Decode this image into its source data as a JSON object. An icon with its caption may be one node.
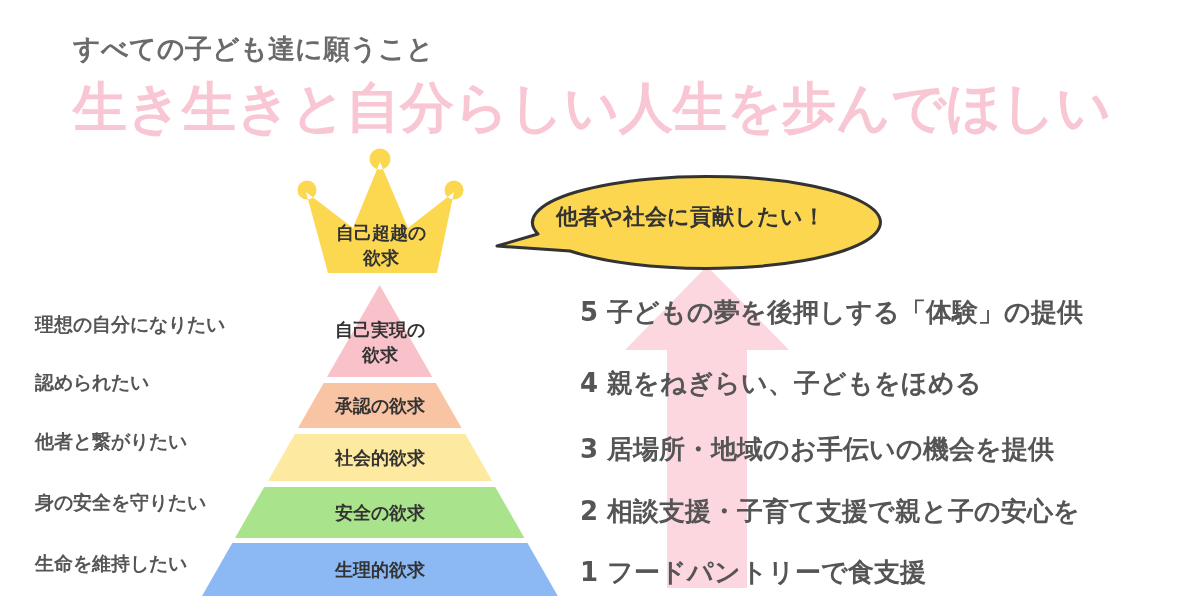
{
  "diagram": {
    "title": "生き生きと自分らしい人生を歩んでほしい",
    "nodes": [
      {
        "text": [
          "自己超越の欲求"
        ]
      },
      {
        "text": [
          "他者や社会に貢献したい！"
        ]
      },
      {
        "text": [
          "自己実現の欲求"
        ]
      },
      {
        "text": [
          "承認の欲求"
        ]
      },
      {
        "text": [
          "社会的欲求"
        ]
      },
      {
        "text": [
          "安全の欲求"
        ]
      },
      {
        "text": [
          "生理的欲求"
        ]
      }
    ],
    "labels": [
      "すべての子ども達に願うこと",
      "理想の自分になりたい",
      "認められたい",
      "他者と繋がりたい",
      "身の安全を守りたい",
      "生命を維持したい",
      "5 子どもの夢を後押しする「体験」の提供",
      "4 親をねぎらい、子どもをほめる",
      "3 居場所・地域のお手伝いの機会を提供",
      "2 相談支援・子育て支援で親と子の安心を",
      "1 フードパントリーで食支援"
    ]
  }
}
